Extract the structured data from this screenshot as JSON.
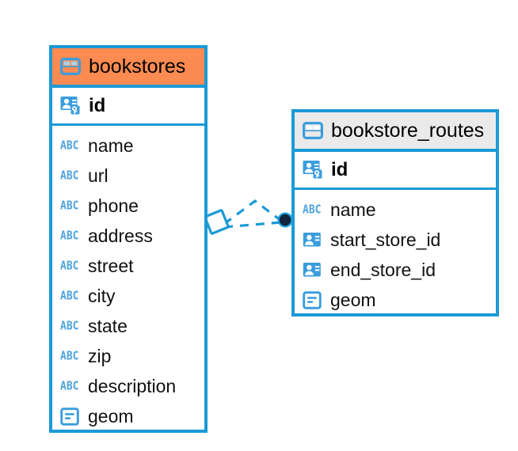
{
  "diagram": {
    "type": "entity-relationship-diagram",
    "colors": {
      "accent_blue": "#1b9ad7",
      "selected_header": "#fb8b50",
      "normal_header": "#eaeaea",
      "icon_blue": "#3b9ddd",
      "abc_blue": "#4ea3dd",
      "endpoint_dark": "#10243a"
    },
    "entities": [
      {
        "name": "bookstores",
        "selected": true,
        "icon": "table-icon",
        "primary_key": {
          "label": "id",
          "icon": "primary-key-icon"
        },
        "fields": [
          {
            "label": "name",
            "icon": "abc-text-icon",
            "type_glyph": "ABC"
          },
          {
            "label": "url",
            "icon": "abc-text-icon",
            "type_glyph": "ABC"
          },
          {
            "label": "phone",
            "icon": "abc-text-icon",
            "type_glyph": "ABC"
          },
          {
            "label": "address",
            "icon": "abc-text-icon",
            "type_glyph": "ABC"
          },
          {
            "label": "street",
            "icon": "abc-text-icon",
            "type_glyph": "ABC"
          },
          {
            "label": "city",
            "icon": "abc-text-icon",
            "type_glyph": "ABC"
          },
          {
            "label": "state",
            "icon": "abc-text-icon",
            "type_glyph": "ABC"
          },
          {
            "label": "zip",
            "icon": "abc-text-icon",
            "type_glyph": "ABC"
          },
          {
            "label": "description",
            "icon": "abc-text-icon",
            "type_glyph": "ABC"
          },
          {
            "label": "geom",
            "icon": "geometry-field-icon",
            "type_glyph": ""
          }
        ]
      },
      {
        "name": "bookstore_routes",
        "selected": false,
        "icon": "table-icon",
        "primary_key": {
          "label": "id",
          "icon": "primary-key-icon"
        },
        "fields": [
          {
            "label": "name",
            "icon": "abc-text-icon",
            "type_glyph": "ABC"
          },
          {
            "label": "start_store_id",
            "icon": "foreign-key-icon",
            "type_glyph": ""
          },
          {
            "label": "end_store_id",
            "icon": "foreign-key-icon",
            "type_glyph": ""
          },
          {
            "label": "geom",
            "icon": "geometry-field-icon",
            "type_glyph": ""
          }
        ]
      }
    ],
    "relationship": {
      "source_entity": "bookstores",
      "target_entity": "bookstore_routes",
      "source_endpoint": "diamond-endpoint",
      "target_endpoint": "filled-circle-endpoint",
      "line_style": "dashed"
    }
  }
}
